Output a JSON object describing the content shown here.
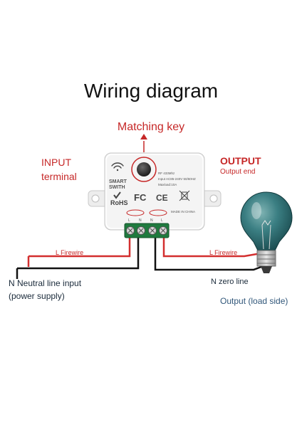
{
  "title": "Wiring diagram",
  "matching_key": "Matching key",
  "input": {
    "line1": "INPUT",
    "line2": "terminal"
  },
  "output": {
    "title": "OUTPUT",
    "subtitle": "Output end"
  },
  "wires": {
    "left_live": "L Firewire",
    "right_live": "L Firewire",
    "left_neutral_line1": "N Neutral line input",
    "left_neutral_line2": "(power supply)",
    "right_neutral": "N zero line",
    "load": "Output (load side)"
  },
  "device": {
    "brand_line1": "SMART",
    "brand_line2": "SWITH",
    "spec1": "RF 433Mhz",
    "spec2": "Input AC85-240V 50/60HZ",
    "spec3": "Maxload:10A",
    "made_in": "MADE IN CHINA",
    "fc": "FC",
    "ce": "CE",
    "rohs": "RoHS",
    "terminal_labels": [
      "L",
      "N",
      "N",
      "L"
    ]
  },
  "colors": {
    "accent_red": "#c62828",
    "wire_red": "#d32f2f",
    "wire_black": "#111111",
    "terminal_green": "#1f7a3e",
    "bulb_teal": "#2c6f73",
    "load_text": "#31577a"
  }
}
